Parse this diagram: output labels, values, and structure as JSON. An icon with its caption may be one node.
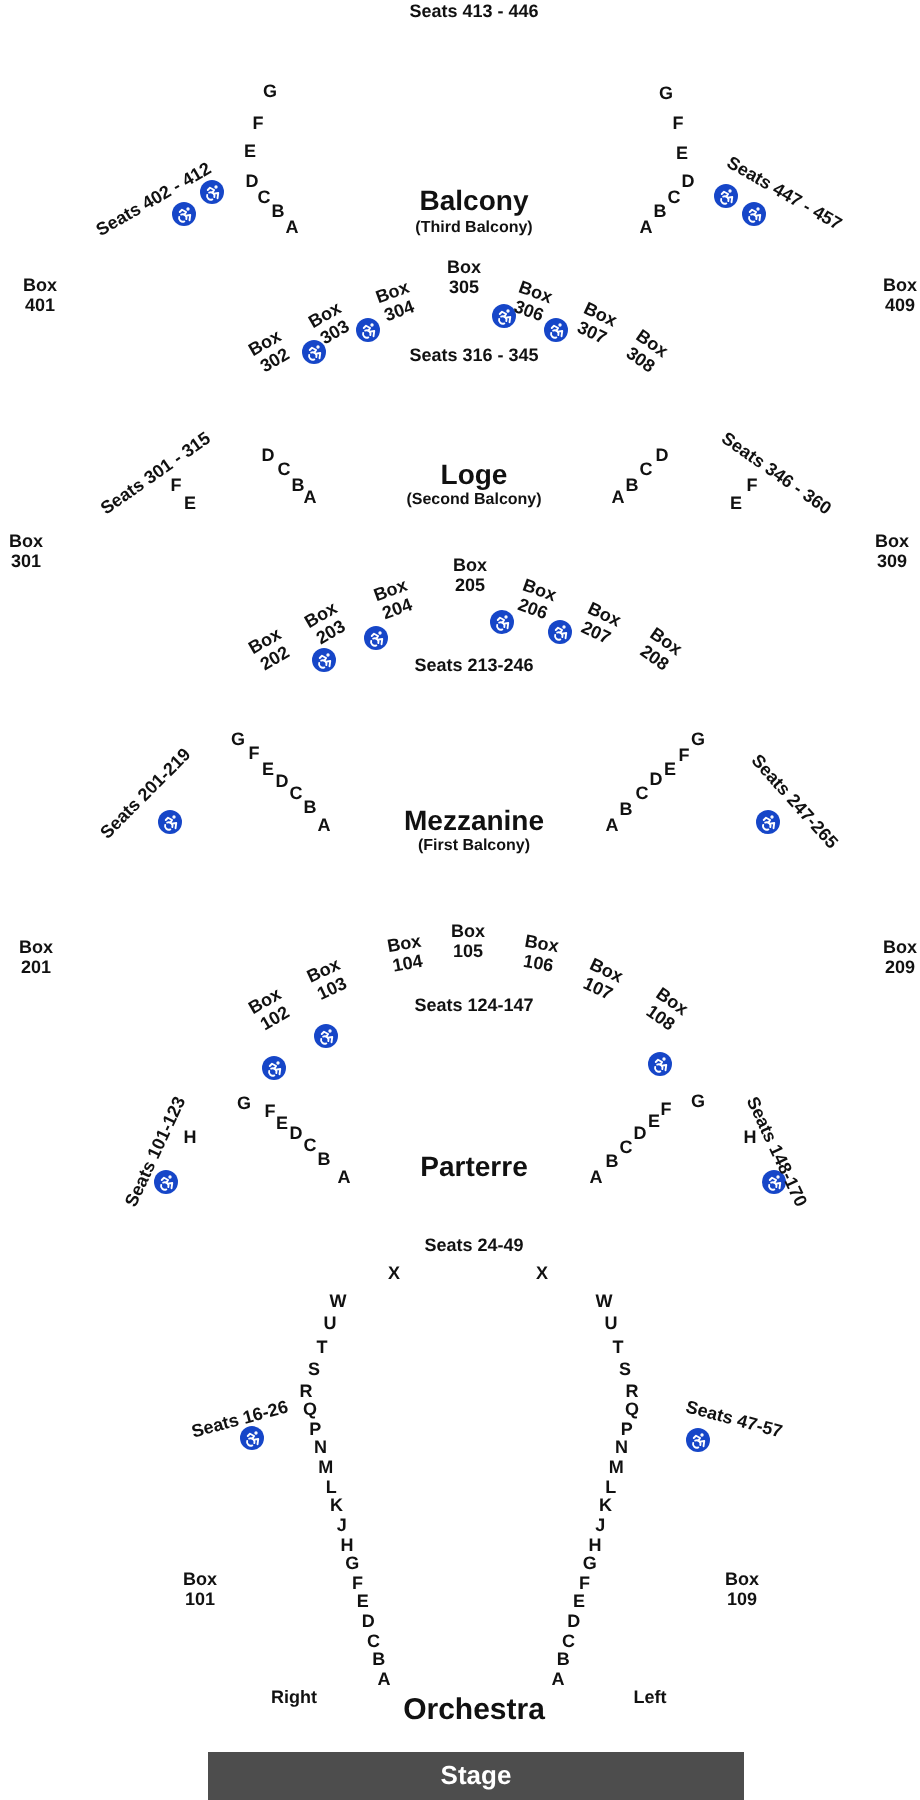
{
  "diagram": {
    "nodes": [
      {
        "text": [
          "Stage"
        ]
      }
    ],
    "labels": [
      "Seats 413 - 446",
      "G",
      "F",
      "E",
      "D",
      "C",
      "B",
      "A",
      "Seats 402 - 412",
      "Balcony",
      "(Third Balcony)",
      "G",
      "F",
      "E",
      "D",
      "C",
      "B",
      "A",
      "Seats 447 - 457",
      "Box 401",
      "Box 409",
      "Box 302",
      "Box 303",
      "Box 304",
      "Box 305",
      "Box 306",
      "Box 307",
      "Box 308",
      "Seats 316 - 345",
      "Seats 301 - 315",
      "F",
      "E",
      "D",
      "C",
      "B",
      "A",
      "Loge",
      "(Second Balcony)",
      "D",
      "C",
      "B",
      "A",
      "F",
      "E",
      "Seats 346 - 360",
      "Box 301",
      "Box 309",
      "Box 202",
      "Box 203",
      "Box 204",
      "Box 205",
      "Box 206",
      "Box 207",
      "Box 208",
      "Seats 213-246",
      "Seats 201-219",
      "G",
      "F",
      "E",
      "D",
      "C",
      "B",
      "A",
      "Mezzanine",
      "(First Balcony)",
      "G",
      "F",
      "E",
      "D",
      "C",
      "B",
      "A",
      "Seats 247-265",
      "Box 201",
      "Box 209",
      "Box 102",
      "Box 103",
      "Box 104",
      "Box 105",
      "Box 106",
      "Box 107",
      "Box 108",
      "Seats 124-147",
      "Seats 101-123",
      "H",
      "G",
      "F",
      "E",
      "D",
      "C",
      "B",
      "A",
      "Parterre",
      "G",
      "F",
      "E",
      "D",
      "C",
      "B",
      "A",
      "H",
      "Seats 148-170",
      "Seats 24-49",
      "X",
      "X",
      "W",
      "U",
      "T",
      "S",
      "R",
      "Q",
      "P",
      "N",
      "M",
      "L",
      "K",
      "J",
      "H",
      "G",
      "F",
      "E",
      "D",
      "C",
      "B",
      "A",
      "Seats 16-26",
      "W",
      "U",
      "T",
      "S",
      "R",
      "Q",
      "P",
      "N",
      "M",
      "L",
      "K",
      "J",
      "H",
      "G",
      "F",
      "E",
      "D",
      "C",
      "B",
      "A",
      "Seats 47-57",
      "Box 101",
      "Box 109",
      "Right",
      "Orchestra",
      "Left"
    ]
  }
}
